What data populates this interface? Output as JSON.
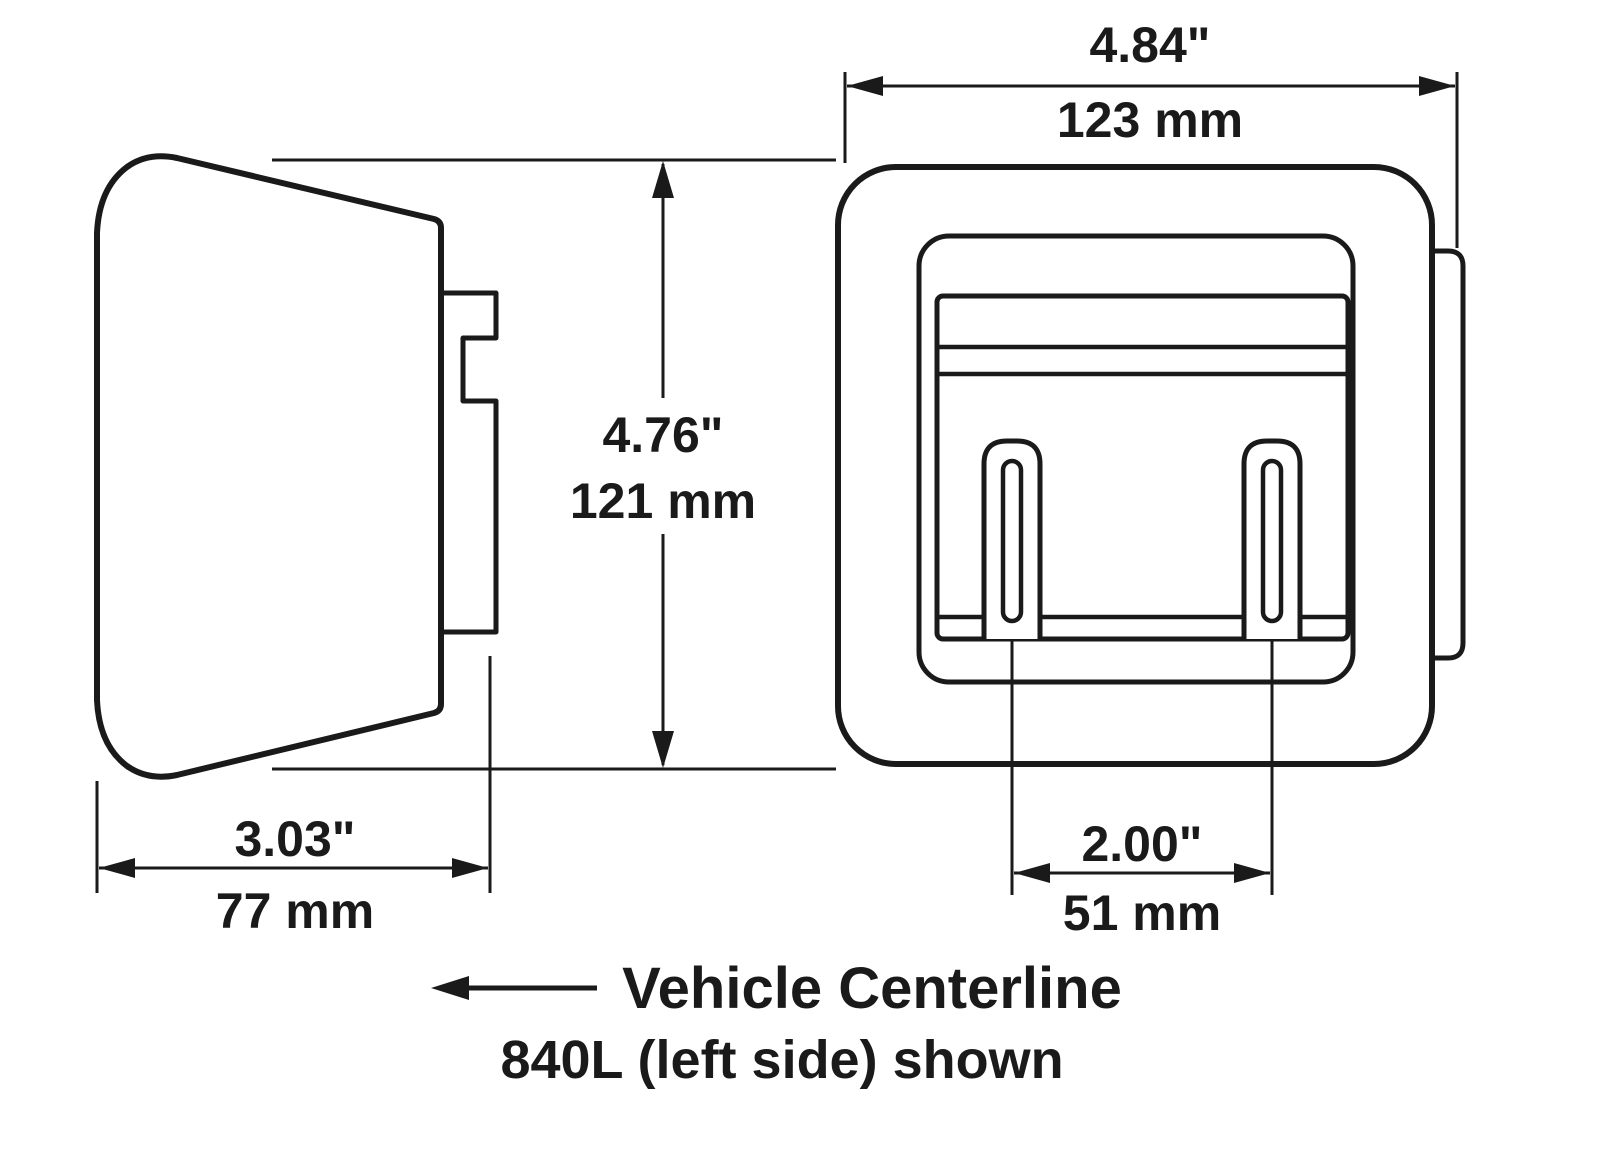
{
  "diagram": {
    "dimensions": {
      "width": {
        "in": "4.84\"",
        "mm": "123 mm"
      },
      "height": {
        "in": "4.76\"",
        "mm": "121 mm"
      },
      "depth": {
        "in": "3.03\"",
        "mm": "77 mm"
      },
      "stud_spacing": {
        "in": "2.00\"",
        "mm": "51 mm"
      }
    },
    "annotations": {
      "centerline": "Vehicle Centerline",
      "caption": "840L (left side) shown"
    },
    "colors": {
      "line": "#1a1a1a",
      "background": "#ffffff"
    }
  }
}
